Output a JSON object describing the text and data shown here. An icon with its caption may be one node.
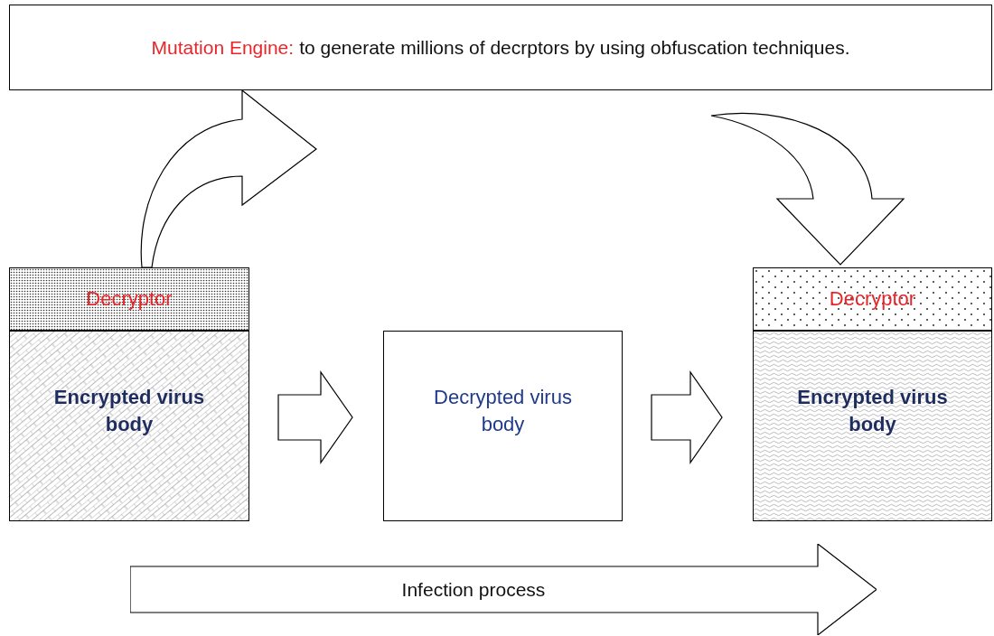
{
  "diagram": {
    "nodes": [
      {
        "text": [
          "Mutation Engine:",
          "to generate millions of decrptors by using obfuscation techniques."
        ]
      },
      {
        "text": [
          "Decryptor"
        ]
      },
      {
        "text": [
          "Encrypted virus body"
        ]
      },
      {
        "text": [
          "Decrypted virus body"
        ]
      },
      {
        "text": [
          "Decryptor"
        ]
      },
      {
        "text": [
          "Encrypted virus body"
        ]
      },
      {
        "text": [
          "Infection process"
        ]
      }
    ],
    "edges": [
      {
        "from": 1,
        "to": 0,
        "arrow": "to"
      },
      {
        "from": 0,
        "to": 4,
        "arrow": "to"
      },
      {
        "from": 2,
        "to": 3,
        "arrow": "to"
      },
      {
        "from": 3,
        "to": 5,
        "arrow": "to"
      }
    ]
  }
}
